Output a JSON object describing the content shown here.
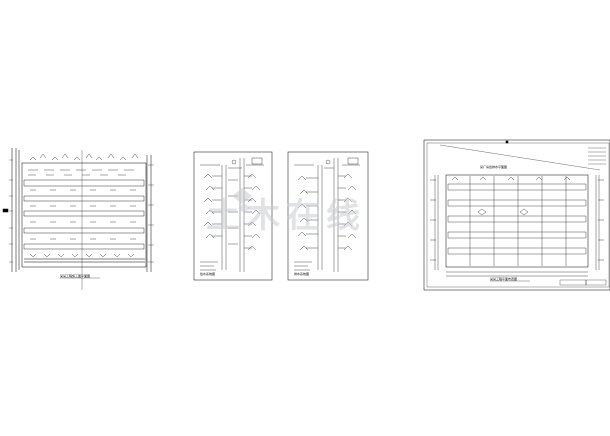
{
  "image_title": "",
  "sheets": [
    {
      "id": "sheet-1",
      "kind": "floor-plan",
      "label": "某某工程施工图平面图"
    },
    {
      "id": "sheet-2",
      "kind": "riser-diagram",
      "label": "给水系统图"
    },
    {
      "id": "sheet-3",
      "kind": "riser-diagram",
      "label": "排水系统图"
    },
    {
      "id": "sheet-4",
      "kind": "floor-plan",
      "label": "某某工程平面布置图",
      "header_label": "某厂房给排水平面图"
    }
  ],
  "watermark": {
    "text": "土木在线",
    "logo": "watermark-logo"
  },
  "colors": {
    "line": "#000000",
    "background": "#ffffff",
    "watermark": "#c7ccd1"
  }
}
